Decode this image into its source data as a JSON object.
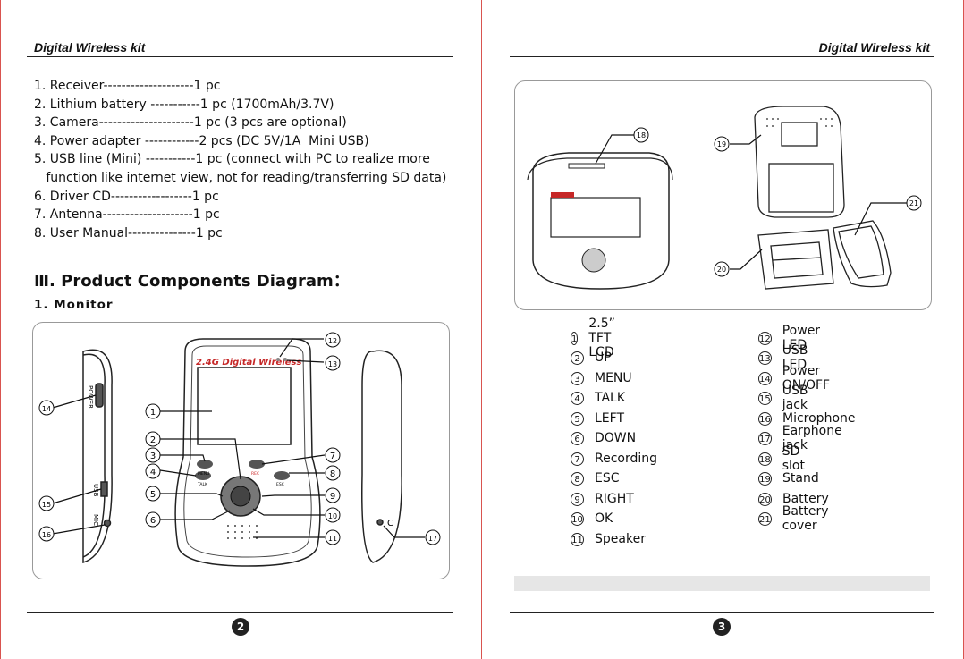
{
  "header": {
    "left_title": "Digital Wireless kit",
    "right_title": "Digital Wireless kit"
  },
  "package_list": [
    "1. Receiver--------------------1 pc",
    "2. Lithium battery -----------1 pc (1700mAh/3.7V)",
    "3. Camera---------------------1 pc (3 pcs are optional)",
    "4. Power adapter ------------2 pcs (DC 5V/1A  Mini USB)",
    "5. USB line (Mini) -----------1 pc (connect with PC to realize more",
    "   function like internet view, not for reading/transferring SD data)",
    "6. Driver CD------------------1 pc",
    "7. Antenna--------------------1 pc",
    "8. User Manual---------------1 pc"
  ],
  "section_title": "Ⅲ. Product Components Diagram：",
  "subsection_title": "1. Monitor",
  "monitor_diagram": {
    "brand_text": "2.4G Digital Wireless",
    "side_labels": {
      "power": "POWER",
      "usb": "USB",
      "mic": "MIC"
    },
    "button_labels": {
      "menu": "MENU",
      "rec": "REC",
      "talk": "TALK",
      "esc": "ESC"
    },
    "earphone_glyph": "C",
    "callouts": [
      "1",
      "2",
      "3",
      "4",
      "5",
      "6",
      "7",
      "8",
      "9",
      "10",
      "11",
      "12",
      "13",
      "14",
      "15",
      "16",
      "17"
    ]
  },
  "stand_diagram": {
    "callouts": [
      "18",
      "19",
      "20",
      "21"
    ]
  },
  "legend_left": [
    {
      "num": "1",
      "label": "2.5” TFT LCD"
    },
    {
      "num": "2",
      "label": "UP"
    },
    {
      "num": "3",
      "label": "MENU"
    },
    {
      "num": "4",
      "label": "TALK"
    },
    {
      "num": "5",
      "label": "LEFT"
    },
    {
      "num": "6",
      "label": "DOWN"
    },
    {
      "num": "7",
      "label": "Recording"
    },
    {
      "num": "8",
      "label": "ESC"
    },
    {
      "num": "9",
      "label": "RIGHT"
    },
    {
      "num": "10",
      "label": "OK"
    },
    {
      "num": "11",
      "label": "Speaker"
    }
  ],
  "legend_right": [
    {
      "num": "12",
      "label": "Power LED"
    },
    {
      "num": "13",
      "label": "USB LED"
    },
    {
      "num": "14",
      "label": "Power ON/OFF"
    },
    {
      "num": "15",
      "label": "USB jack"
    },
    {
      "num": "16",
      "label": "Microphone"
    },
    {
      "num": "17",
      "label": "Earphone jack"
    },
    {
      "num": "18",
      "label": "SD slot"
    },
    {
      "num": "19",
      "label": "Stand"
    },
    {
      "num": "20",
      "label": "Battery"
    },
    {
      "num": "21",
      "label": "Battery cover"
    }
  ],
  "page_numbers": {
    "left": "2",
    "right": "3"
  },
  "colors": {
    "margin_line": "#d9534f",
    "rec_red": "#cc2222"
  }
}
